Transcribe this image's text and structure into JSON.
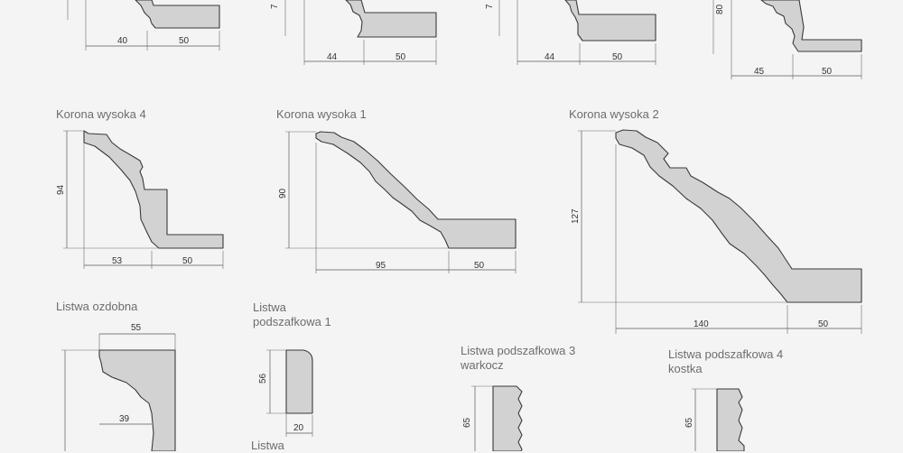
{
  "colors": {
    "background": "#f4f4f4",
    "profile_fill": "#d2d2d2",
    "outline": "#3a3a3a",
    "label_text": "#6d6d6d"
  },
  "top_row": {
    "p1": {
      "w1": "40",
      "w2": "50"
    },
    "p2": {
      "h": "7",
      "w1": "44",
      "w2": "50"
    },
    "p3": {
      "h": "7",
      "w1": "44",
      "w2": "50"
    },
    "p4": {
      "h": "80",
      "w1": "45",
      "w2": "50"
    }
  },
  "korona_wysoka_4": {
    "title": "Korona wysoka 4",
    "h": "94",
    "w1": "53",
    "w2": "50"
  },
  "korona_wysoka_1": {
    "title": "Korona wysoka 1",
    "h": "90",
    "w1": "95",
    "w2": "50"
  },
  "korona_wysoka_2": {
    "title": "Korona wysoka 2",
    "h": "127",
    "w1": "140",
    "w2": "50"
  },
  "listwa_ozdobna": {
    "title": "Listwa ozdobna",
    "w_top": "55",
    "w_inner": "39"
  },
  "listwa_podszafkowa_1": {
    "title_line1": "Listwa",
    "title_line2": "podszafkowa 1",
    "h": "56",
    "w": "20"
  },
  "listwa_podszafkowa_3": {
    "title_line1": "Listwa podszafkowa 3",
    "title_line2": "warkocz",
    "h": "65"
  },
  "listwa_podszafkowa_4": {
    "title_line1": "Listwa podszafkowa 4",
    "title_line2": "kostka",
    "h": "65"
  },
  "listwa_bottom": {
    "title_line1": "Listwa"
  }
}
